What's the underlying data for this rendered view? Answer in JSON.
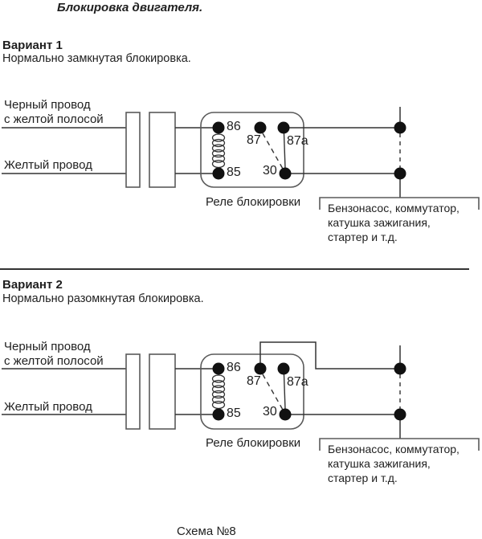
{
  "page": {
    "title": "Блокировка двигателя.",
    "footer": "Схема №8"
  },
  "variant1": {
    "heading": "Вариант 1",
    "subtitle": "Нормально замкнутая блокировка.",
    "wire1_label_line1": "Черный провод",
    "wire1_label_line2": "с желтой полосой",
    "wire2_label": "Желтый провод",
    "relay_caption": "Реле блокировки",
    "terminals": {
      "t86": "86",
      "t87": "87",
      "t87a": "87a",
      "t85": "85",
      "t30": "30"
    },
    "load_line1": "Бензонасос, коммутатор,",
    "load_line2": "катушка зажигания,",
    "load_line3": "стартер и т.д."
  },
  "variant2": {
    "heading": "Вариант 2",
    "subtitle": "Нормально разомкнутая блокировка.",
    "wire1_label_line1": "Черный провод",
    "wire1_label_line2": "с желтой полосой",
    "wire2_label": "Желтый провод",
    "relay_caption": "Реле блокировки",
    "terminals": {
      "t86": "86",
      "t87": "87",
      "t87a": "87a",
      "t85": "85",
      "t30": "30"
    },
    "load_line1": "Бензонасос, коммутатор,",
    "load_line2": "катушка зажигания,",
    "load_line3": "стартер и т.д."
  },
  "colors": {
    "line": "#333333",
    "outline": "#5a5a5a",
    "dot": "#111111",
    "text": "#1f1f1f",
    "bg": "#ffffff"
  }
}
